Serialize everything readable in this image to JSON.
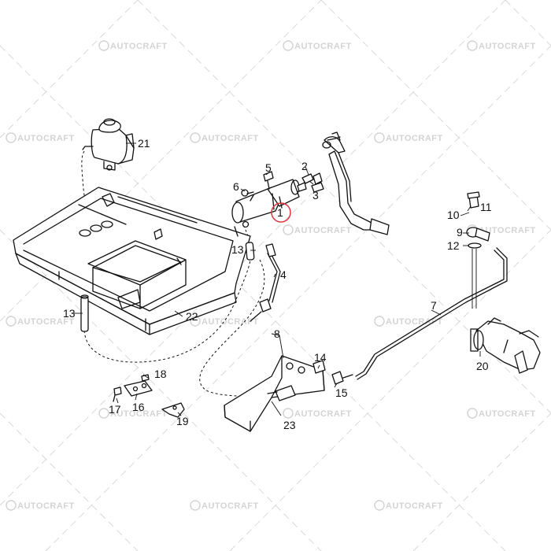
{
  "watermark": {
    "text": "AUTOCRAFT",
    "logo": "autocraft-logo-icon"
  },
  "highlight": {
    "color": "#e0323c",
    "part_number": "1"
  },
  "parts": [
    {
      "id": "part-1",
      "number": "1"
    },
    {
      "id": "part-2",
      "number": "2"
    },
    {
      "id": "part-3",
      "number": "3"
    },
    {
      "id": "part-4",
      "number": "4"
    },
    {
      "id": "part-5",
      "number": "5"
    },
    {
      "id": "part-6",
      "number": "6"
    },
    {
      "id": "part-7",
      "number": "7"
    },
    {
      "id": "part-8",
      "number": "8"
    },
    {
      "id": "part-9",
      "number": "9"
    },
    {
      "id": "part-10",
      "number": "10"
    },
    {
      "id": "part-11",
      "number": "11"
    },
    {
      "id": "part-12",
      "number": "12"
    },
    {
      "id": "part-13a",
      "number": "13"
    },
    {
      "id": "part-13b",
      "number": "13"
    },
    {
      "id": "part-14",
      "number": "14"
    },
    {
      "id": "part-15",
      "number": "15"
    },
    {
      "id": "part-16",
      "number": "16"
    },
    {
      "id": "part-17",
      "number": "17"
    },
    {
      "id": "part-18",
      "number": "18"
    },
    {
      "id": "part-19",
      "number": "19"
    },
    {
      "id": "part-20",
      "number": "20"
    },
    {
      "id": "part-21",
      "number": "21"
    },
    {
      "id": "part-22",
      "number": "22"
    },
    {
      "id": "part-23",
      "number": "23"
    }
  ]
}
